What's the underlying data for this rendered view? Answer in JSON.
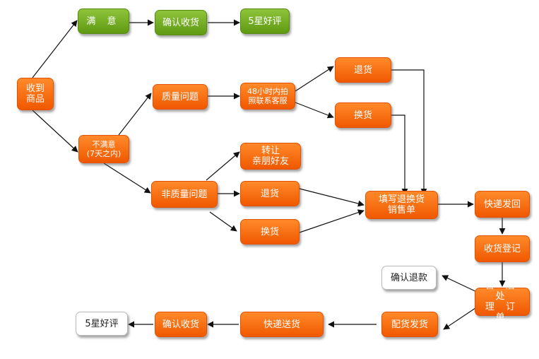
{
  "nodes": {
    "receive": "收到\n商品",
    "satisfied": "满 意",
    "confirm_receipt_top": "确认收货",
    "five_star_top": "5星好评",
    "unsatisfied": "不满意\n(7天之内)",
    "quality_issue": "质量问题",
    "photo_contact": "48小时内拍\n照联系客服",
    "return_top": "退货",
    "exchange_top": "换货",
    "non_quality_issue": "非质量问题",
    "transfer_friends": "转让\n亲朋好友",
    "return_mid": "退货",
    "exchange_mid": "换货",
    "fill_form": "填写退换货\n销售单",
    "express_back": "快递发回",
    "receipt_register": "收货登记",
    "after_sales": "售 后 处\n理 订 单",
    "confirm_refund": "确认退款",
    "prepare_ship": "配货发货",
    "express_send": "快递送货",
    "confirm_receipt_bottom": "确认收货",
    "five_star_bottom": "5星好评"
  },
  "colors": {
    "accent_orange": "#f26a10",
    "accent_green": "#73ad22",
    "arrow": "#111111",
    "neutral_box_border": "#b9b9b9"
  }
}
